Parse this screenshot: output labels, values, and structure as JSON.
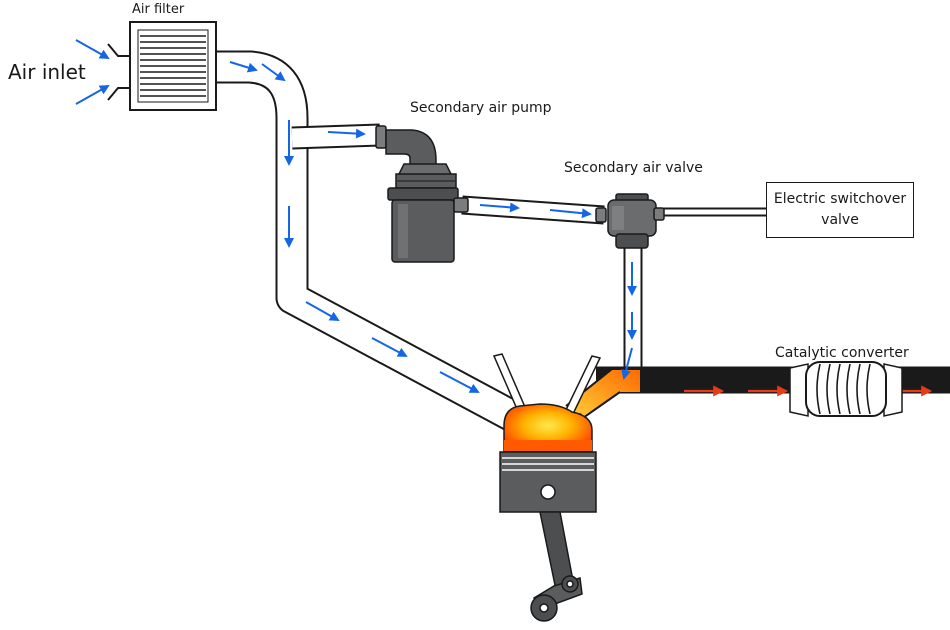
{
  "labels": {
    "air_inlet": "Air inlet",
    "air_filter": "Air filter",
    "secondary_air_pump": "Secondary air pump",
    "secondary_air_valve": "Secondary air valve",
    "electric_switchover_valve_line1": "Electric switchover",
    "electric_switchover_valve_line2": "valve",
    "catalytic_converter": "Catalytic converter"
  },
  "colors": {
    "fresh_air_arrow": "#1466e6",
    "exhaust_arrow": "#e83a14",
    "hot_gas_start": "#ff2a00",
    "hot_gas_mid": "#ff8c00",
    "hot_gas_end": "#ffe066",
    "component_grey": "#5a5c5e",
    "outline": "#1a1a1a",
    "pipe_fill": "#ffffff"
  },
  "icons": {
    "inlet_arrows": "arrow-icon",
    "flow_arrows": "arrow-icon",
    "engine": "piston-icon"
  }
}
